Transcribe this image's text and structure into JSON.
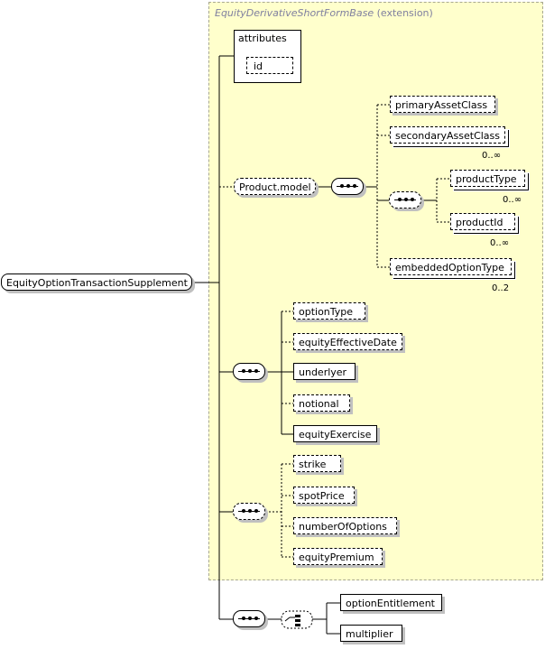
{
  "extension": {
    "base": "EquityDerivativeShortFormBase",
    "suffix": "(extension)"
  },
  "root": {
    "label": "EquityOptionTransactionSupplement"
  },
  "attributes": {
    "title": "attributes",
    "id_label": "id"
  },
  "product_model": {
    "label": "Product.model",
    "primary_asset_class": "primaryAssetClass",
    "secondary_asset_class": "secondaryAssetClass",
    "secondary_card": "0..∞",
    "product_type": "productType",
    "product_type_card": "0..∞",
    "product_id": "productId",
    "product_id_card": "0..∞",
    "embedded_option_type": "embeddedOptionType",
    "embedded_card": "0..2"
  },
  "option_group": {
    "option_type": "optionType",
    "equity_effective_date": "equityEffectiveDate",
    "underlyer": "underlyer",
    "notional": "notional",
    "equity_exercise": "equityExercise"
  },
  "price_group": {
    "strike": "strike",
    "spot_price": "spotPrice",
    "number_of_options": "numberOfOptions",
    "equity_premium": "equityPremium"
  },
  "entitlement_group": {
    "option_entitlement": "optionEntitlement",
    "multiplier": "multiplier"
  }
}
